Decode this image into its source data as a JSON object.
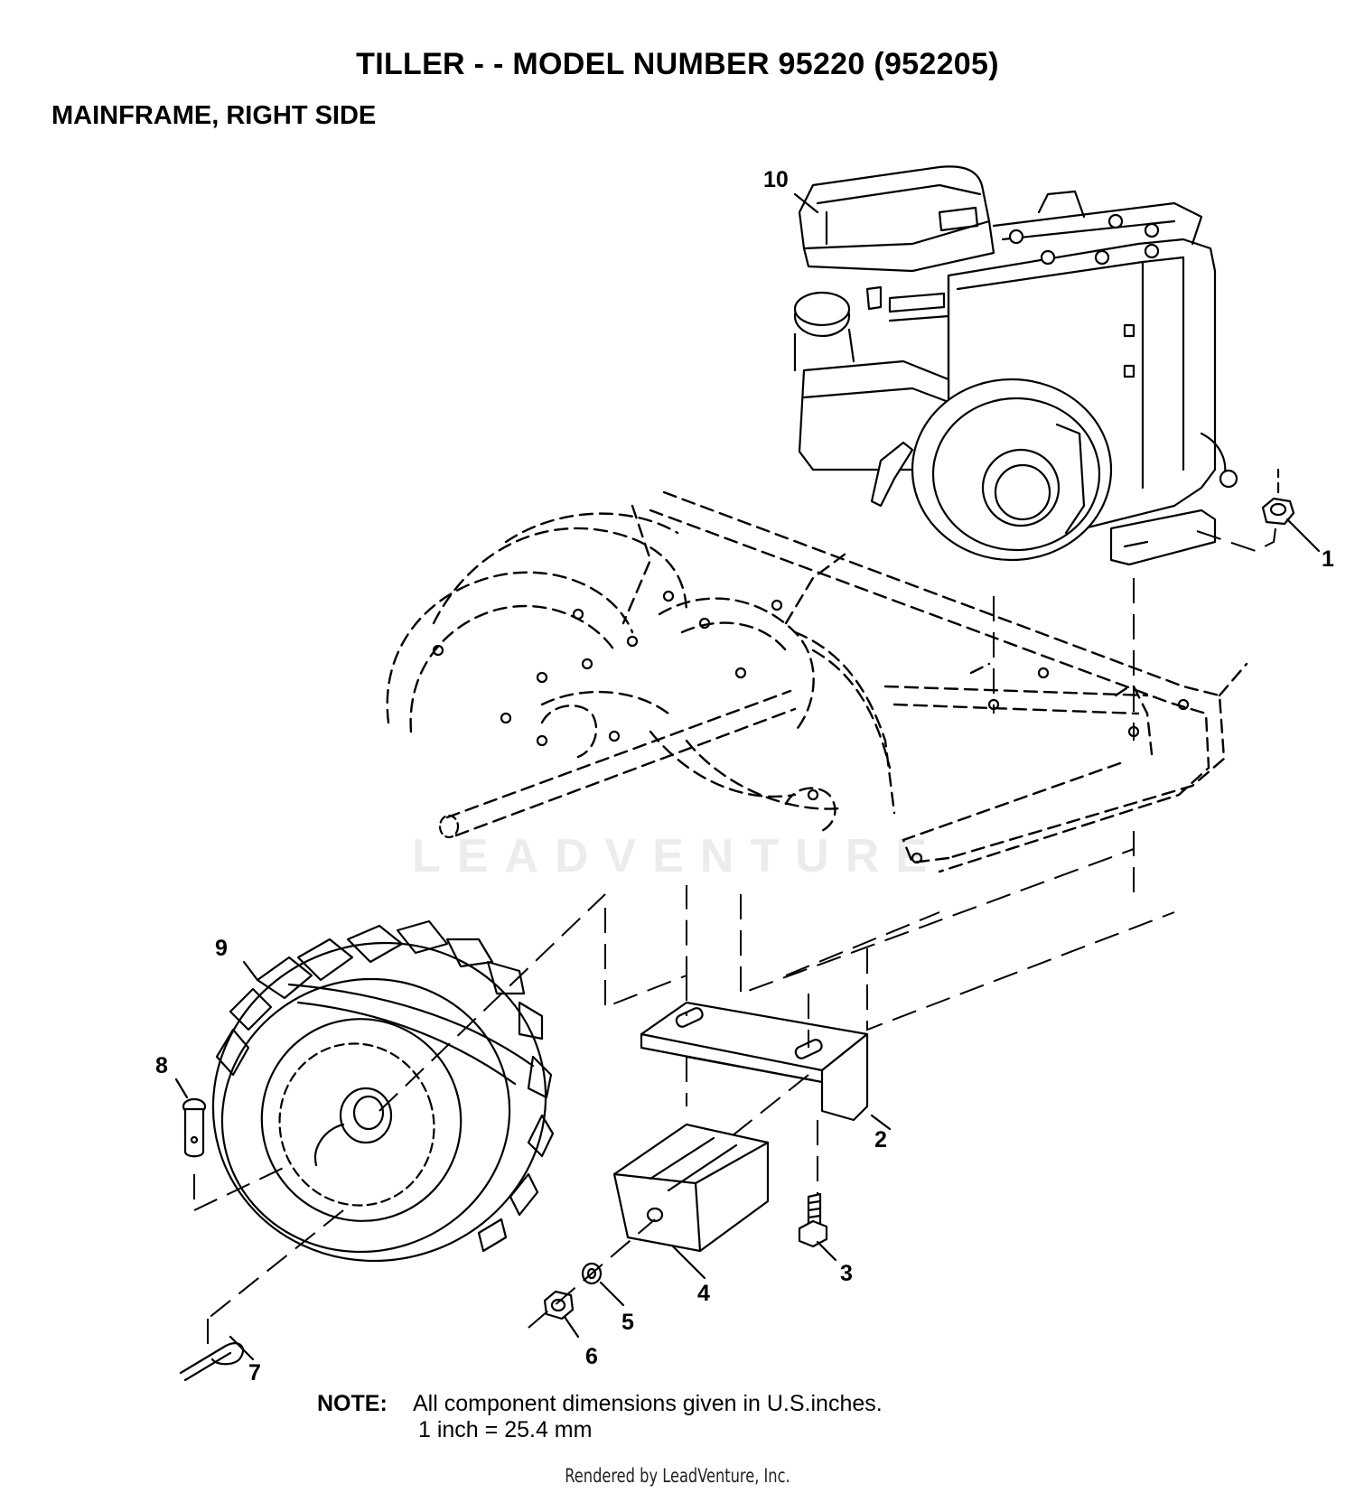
{
  "header": {
    "title": "TILLER - - MODEL NUMBER 95220 (952205)",
    "subtitle": "MAINFRAME, RIGHT SIDE"
  },
  "callouts": [
    "1",
    "2",
    "3",
    "4",
    "5",
    "6",
    "7",
    "8",
    "9",
    "10"
  ],
  "note": {
    "label": "NOTE:",
    "line1": "All component dimensions given in U.S.inches.",
    "line2": "1 inch = 25.4 mm"
  },
  "watermark": "LEADVENTURE",
  "footer": "Rendered by LeadVenture, Inc."
}
